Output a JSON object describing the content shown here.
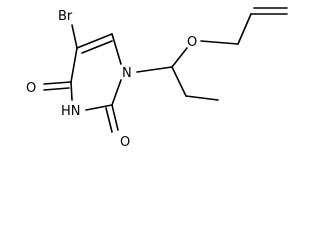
{
  "molecule": {
    "atoms": {
      "br": "Br",
      "o_ketone": "O",
      "n_h": "HN",
      "o_urea": "O",
      "n_ring": "N",
      "o_ether": "O"
    }
  }
}
